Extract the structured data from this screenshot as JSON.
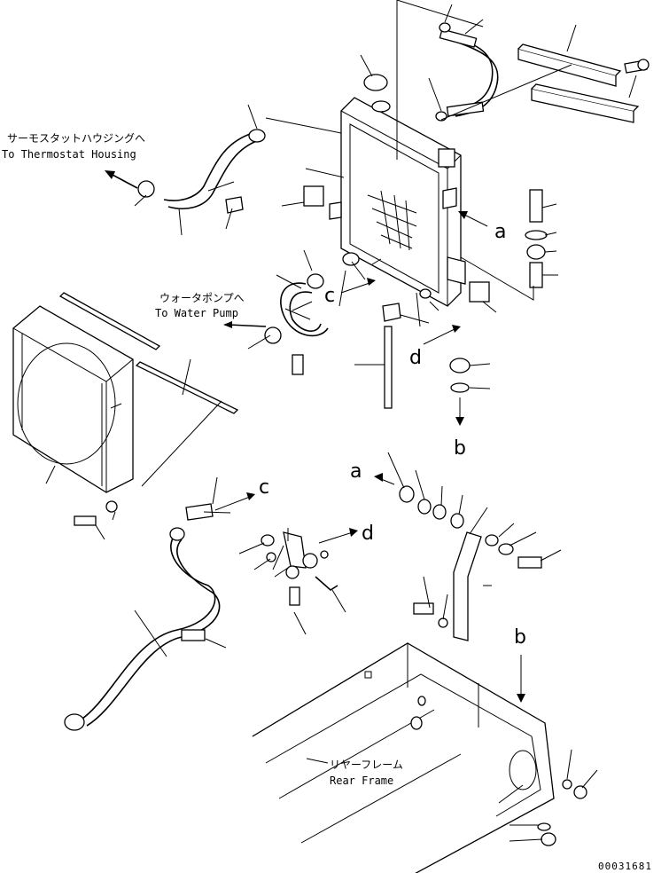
{
  "labels": {
    "thermostat_jp": "サーモスタットハウジングへ",
    "thermostat_en": "To Thermostat Housing",
    "waterpump_jp": "ウォータポンプへ",
    "waterpump_en": "To Water Pump",
    "rearframe_jp": "リヤーフレーム",
    "rearframe_en": "Rear Frame"
  },
  "references": {
    "a_top": "a",
    "c_top": "c",
    "d_top": "d",
    "b_top": "b",
    "a_mid": "a",
    "c_mid": "c",
    "d_mid": "d",
    "b_low": "b"
  },
  "drawing_number": "00031681"
}
